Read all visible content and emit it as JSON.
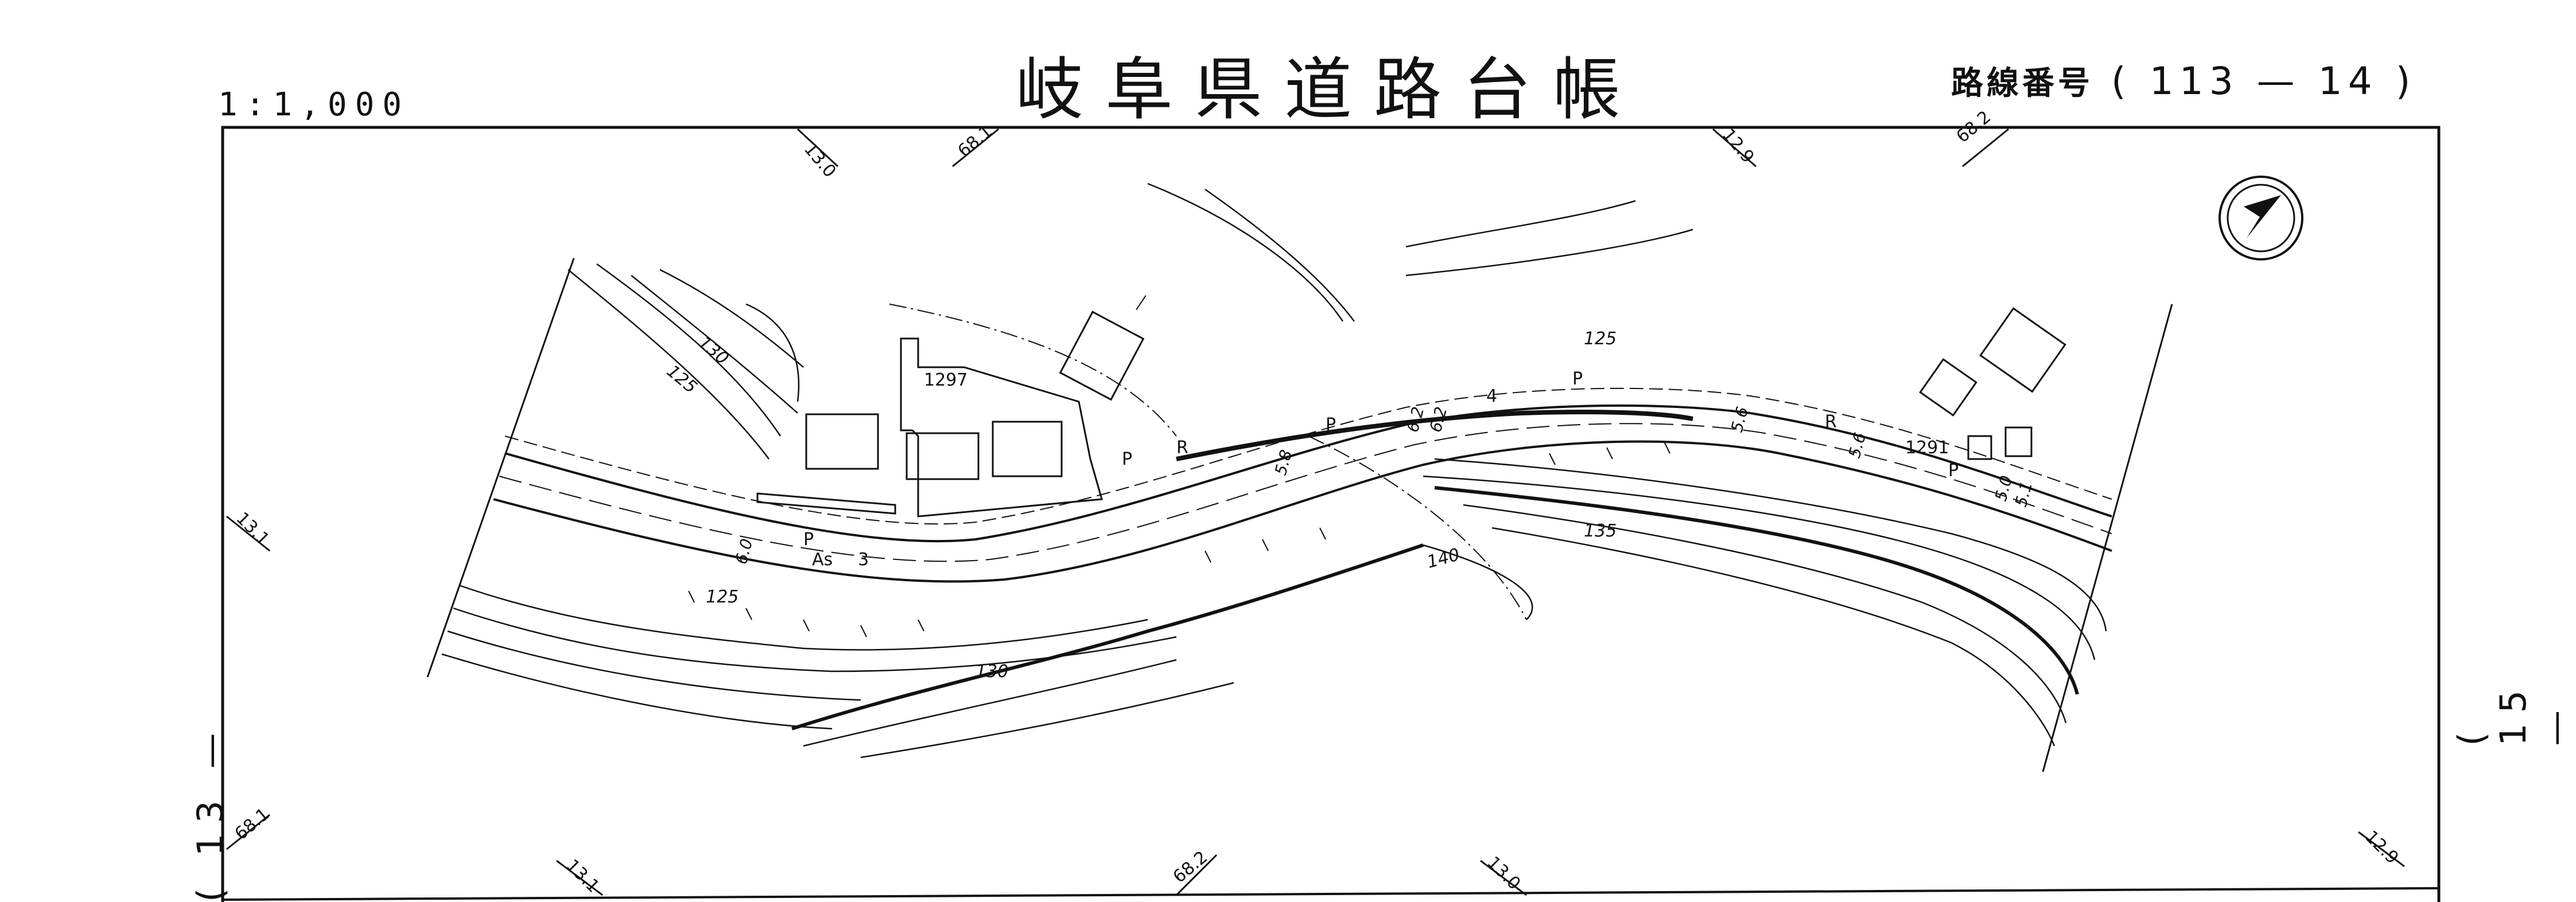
{
  "header": {
    "title": "岐阜県道路台帳",
    "scale": "1:1,000",
    "route_label": "路線番号",
    "route_open": "(",
    "route_number": "113 — 14",
    "route_close": ")"
  },
  "sheet_refs": {
    "left": "( 13 —",
    "right": "( 15 —"
  },
  "grid_marks": [
    "13.0",
    "68.1",
    "12.9",
    "68.2",
    "13.1",
    "68.1",
    "13.1",
    "68.2",
    "13.0",
    "12.9"
  ],
  "contours": [
    "130",
    "125",
    "135",
    "140",
    "125",
    "130",
    "125"
  ],
  "map_labels": [
    "1297",
    "1291",
    "P",
    "R",
    "P",
    "P",
    "R",
    "P",
    "P",
    "4",
    "3",
    "As"
  ],
  "road_widths": [
    "6.0",
    "5.8",
    "6.2",
    "6.2",
    "5.6",
    "5.6",
    "5.0",
    "5.1"
  ],
  "colors": {
    "ink": "#111111",
    "paper": "#ffffff"
  },
  "icons": [
    "north-arrow-icon"
  ]
}
